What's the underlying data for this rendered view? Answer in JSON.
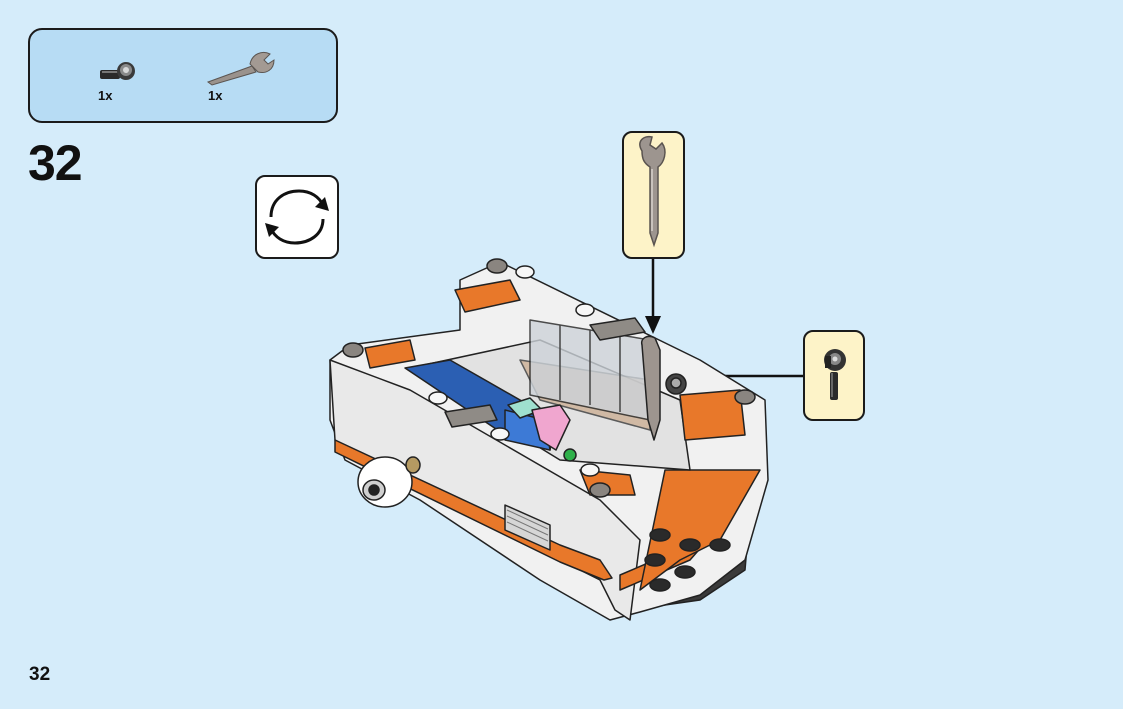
{
  "parts_list": {
    "items": [
      {
        "icon": "ball-joint-piece-icon",
        "quantity": "1x"
      },
      {
        "icon": "wrench-piece-icon",
        "quantity": "1x"
      }
    ]
  },
  "step": {
    "number": "32"
  },
  "rotate_hint": {
    "icon": "rotate-model-icon"
  },
  "callouts": [
    {
      "icon": "wrench-piece-icon"
    },
    {
      "icon": "ball-joint-piece-icon"
    }
  ],
  "colors": {
    "page_background": "#d5ecfa",
    "parts_box": "#b7dcf4",
    "callout_background": "#fdf3c8",
    "accent_orange": "#e8782a",
    "brick_white": "#f4f4f4",
    "blue_panel": "#2b5fb3"
  },
  "page": {
    "number": "32"
  }
}
